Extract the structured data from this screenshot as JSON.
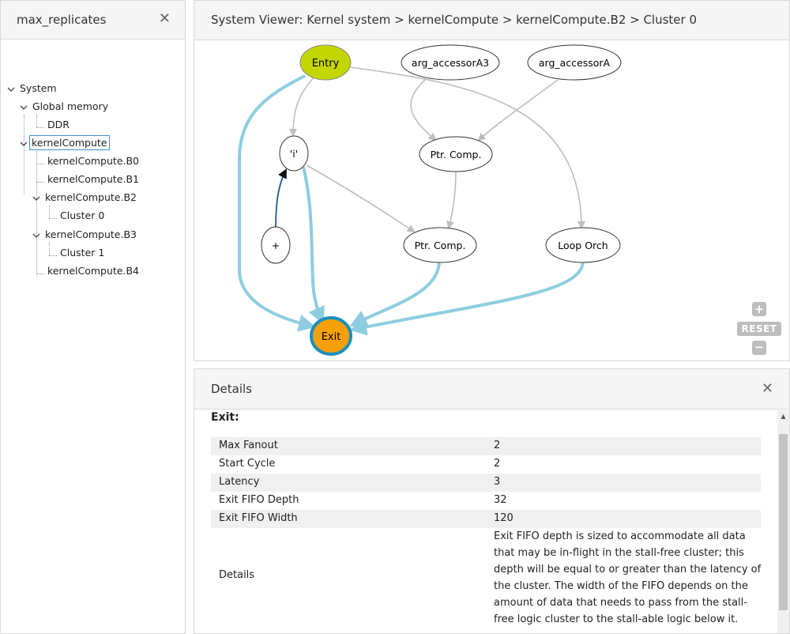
{
  "left_panel": {
    "title": "max_replicates",
    "tree": {
      "system": "System",
      "global_memory": "Global memory",
      "ddr": "DDR",
      "kernel_compute": "kernelCompute",
      "b0": "kernelCompute.B0",
      "b1": "kernelCompute.B1",
      "b2": "kernelCompute.B2",
      "cluster0": "Cluster 0",
      "b3": "kernelCompute.B3",
      "cluster1": "Cluster 1",
      "b4": "kernelCompute.B4"
    }
  },
  "viewer": {
    "title": "System Viewer: Kernel system > kernelCompute > kernelCompute.B2 > Cluster 0",
    "nodes": {
      "entry": "Entry",
      "arg_a3": "arg_accessorA3",
      "arg_a": "arg_accessorA",
      "i": "'i'",
      "ptr1": "Ptr. Comp.",
      "plus": "+",
      "ptr2": "Ptr. Comp.",
      "loop": "Loop Orch",
      "exit": "Exit"
    },
    "colors": {
      "entry": "#c4d600",
      "exit": "#f7a10a",
      "exit_border": "#1b8fba",
      "edge_blue": "#8ecde0",
      "edge_gray": "#bdbdbd",
      "edge_dark": "#1f5f8b"
    },
    "zoom": {
      "plus": "+",
      "reset": "RESET",
      "minus": "−"
    }
  },
  "details": {
    "title": "Details",
    "heading": "Exit:",
    "rows": [
      {
        "key": "Max Fanout",
        "value": "2"
      },
      {
        "key": "Start Cycle",
        "value": "2"
      },
      {
        "key": "Latency",
        "value": "3"
      },
      {
        "key": "Exit FIFO Depth",
        "value": "32"
      },
      {
        "key": "Exit FIFO Width",
        "value": "120"
      },
      {
        "key": "Details",
        "value": "Exit FIFO depth is sized to accommodate all data that may be in-flight in the stall-free cluster; this depth will be equal to or greater than the latency of the cluster.  The width of the FIFO depends on the amount of data that needs to pass from the stall-free logic cluster to the stall-able logic below it."
      }
    ]
  }
}
